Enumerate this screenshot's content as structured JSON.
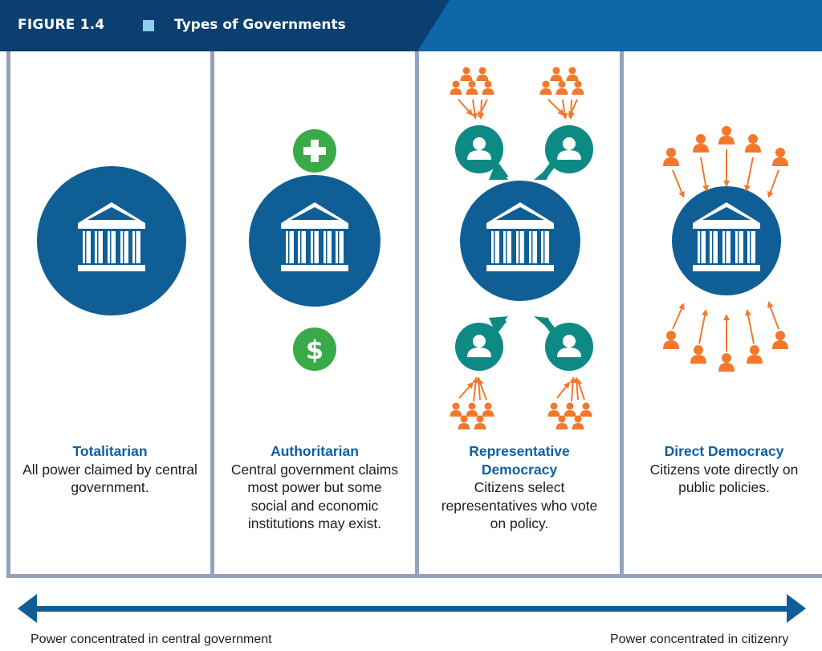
{
  "figure": {
    "label": "FIGURE 1.4",
    "title": "Types of Governments"
  },
  "panels": [
    {
      "title": "Totalitarian",
      "description": "All power claimed by central government."
    },
    {
      "title": "Authoritarian",
      "description": "Central government claims most power but some social and economic institutions may exist."
    },
    {
      "title": "Representative Democracy",
      "description": "Citizens select representatives who vote on policy."
    },
    {
      "title": "Direct Democracy",
      "description": "Citizens vote directly on public policies."
    }
  ],
  "spectrum": {
    "left_label": "Power concentrated in central government",
    "right_label": "Power concentrated in citizenry"
  },
  "icons": {
    "plus_badge": "plus-icon",
    "dollar_badge": "$",
    "building": "government-building-icon",
    "person": "person-icon"
  },
  "colors": {
    "header_dark": "#0a3f70",
    "header_blue": "#0f66a8",
    "circle_blue": "#0f5f96",
    "green": "#3aaa48",
    "teal": "#0e8a85",
    "orange": "#f3782c",
    "divider": "#93a3bb",
    "title_blue": "#0f5fa0"
  }
}
